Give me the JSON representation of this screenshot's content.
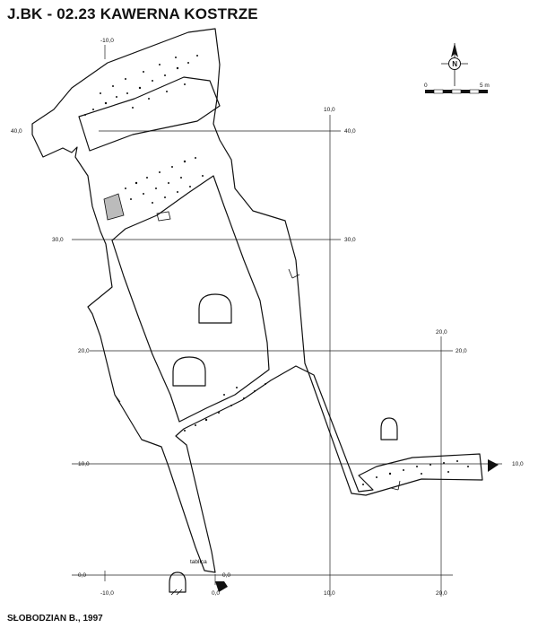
{
  "title": "J.BK - 02.23  KAWERNA KOSTRZE",
  "author": "SŁOBODZIAN B., 1997",
  "north_letter": "N",
  "scale": {
    "start": "0",
    "end": "5 m"
  },
  "grid_labels": {
    "x_minus10_top": "-10,0",
    "x_10_top": "10,0",
    "x_20_top": "20,0",
    "x_minus10_bottom": "-10,0",
    "x_0_bottom": "0,0",
    "x_10_bottom": "10,0",
    "x_20_bottom": "20,0",
    "y_40_left": "40,0",
    "y_40_right": "40,0",
    "y_30_left": "30,0",
    "y_30_right": "30,0",
    "y_20_left": "20,0",
    "y_20_right": "20,0",
    "y_10_left": "10,0",
    "y_10_right": "10,0",
    "y_0_left": "0,0",
    "origin": "0,0"
  },
  "annotations": {
    "tablica": "tablica"
  }
}
